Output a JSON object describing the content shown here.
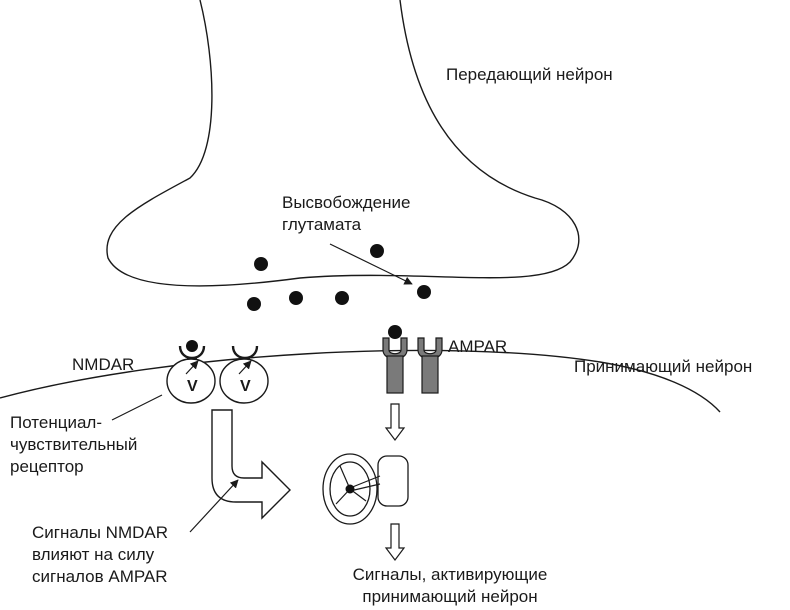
{
  "labels": {
    "transmitting_neuron": "Передающий нейрон",
    "glutamate_release": [
      "Высвобождение",
      "глутамата"
    ],
    "ampar": "AMPAR",
    "nmdar": "NMDAR",
    "receiving_neuron": "Принимающий нейрон",
    "voltage_receptor": [
      "Потенциал-",
      "чувствительный",
      "рецептор"
    ],
    "nmdar_influence": [
      "Сигналы NMDAR",
      "влияют на силу",
      "сигналов AMPAR"
    ],
    "activating_signals": [
      "Сигналы, активирующие",
      "принимающий нейрон"
    ],
    "v_symbol": "V"
  },
  "colors": {
    "line": "#1a1a1a",
    "receptor_fill": "#7a7a7a",
    "dot": "#111111"
  }
}
